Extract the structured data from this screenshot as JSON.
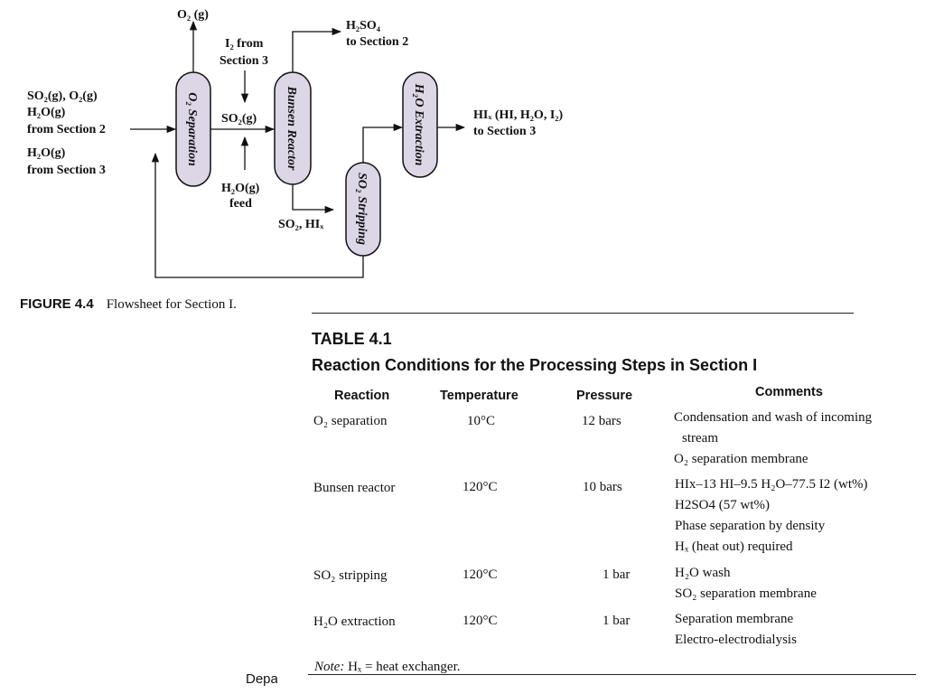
{
  "figure": {
    "number": "FIGURE 4.4",
    "caption": "Flowsheet for Section I.",
    "vessels": {
      "o2_separation": "O₂ Separation",
      "bunsen_reactor": "Bunsen Reactor",
      "so2_stripping": "SO₂ Stripping",
      "h2o_extraction": "H₂O Extraction"
    },
    "labels": {
      "o2_out": "O₂ (g)",
      "inlet_1": "SO₂(g), O₂(g)",
      "inlet_2": "H₂O(g)",
      "inlet_3": "from Section 2",
      "inlet_4": "H₂O(g)",
      "inlet_5": "from Section 3",
      "i2_1": "I₂ from",
      "i2_2": "Section 3",
      "so2_mid": "SO₂(g)",
      "feed_1": "H₂O(g)",
      "feed_2": "feed",
      "h2so4_1": "H₂SO₄",
      "h2so4_2": "to Section 2",
      "so2_hix": "SO₂, HIₓ",
      "hix_1": "HIₓ (HI, H₂O, I₂)",
      "hix_2": "to Section 3"
    }
  },
  "table": {
    "number": "TABLE 4.1",
    "title": "Reaction Conditions for the Processing Steps in Section I",
    "headers": {
      "reaction": "Reaction",
      "temperature": "Temperature",
      "pressure": "Pressure",
      "comments": "Comments"
    },
    "rows": [
      {
        "reaction": "O₂ separation",
        "temperature": "10°C",
        "pressure": "12 bars",
        "comments": [
          "Condensation and wash of incoming",
          "stream",
          "O₂ separation membrane"
        ]
      },
      {
        "reaction": "Bunsen reactor",
        "temperature": "120°C",
        "pressure": "10 bars",
        "comments": [
          "HIx–13 HI–9.5 H₂O–77.5 I2 (wt%)",
          "H2SO4 (57 wt%)",
          "Phase separation by density",
          "Hₓ (heat out) required"
        ]
      },
      {
        "reaction": "SO₂ stripping",
        "temperature": "120°C",
        "pressure": "1 bar",
        "comments": [
          "H₂O wash",
          "SO₂ separation membrane"
        ]
      },
      {
        "reaction": "H₂O extraction",
        "temperature": "120°C",
        "pressure": "1 bar",
        "comments": [
          "Separation membrane",
          "Electro-electrodialysis"
        ]
      }
    ],
    "note_label": "Note:",
    "note_text": "Hₓ = heat exchanger."
  },
  "footer": {
    "fragment": "Depa"
  }
}
